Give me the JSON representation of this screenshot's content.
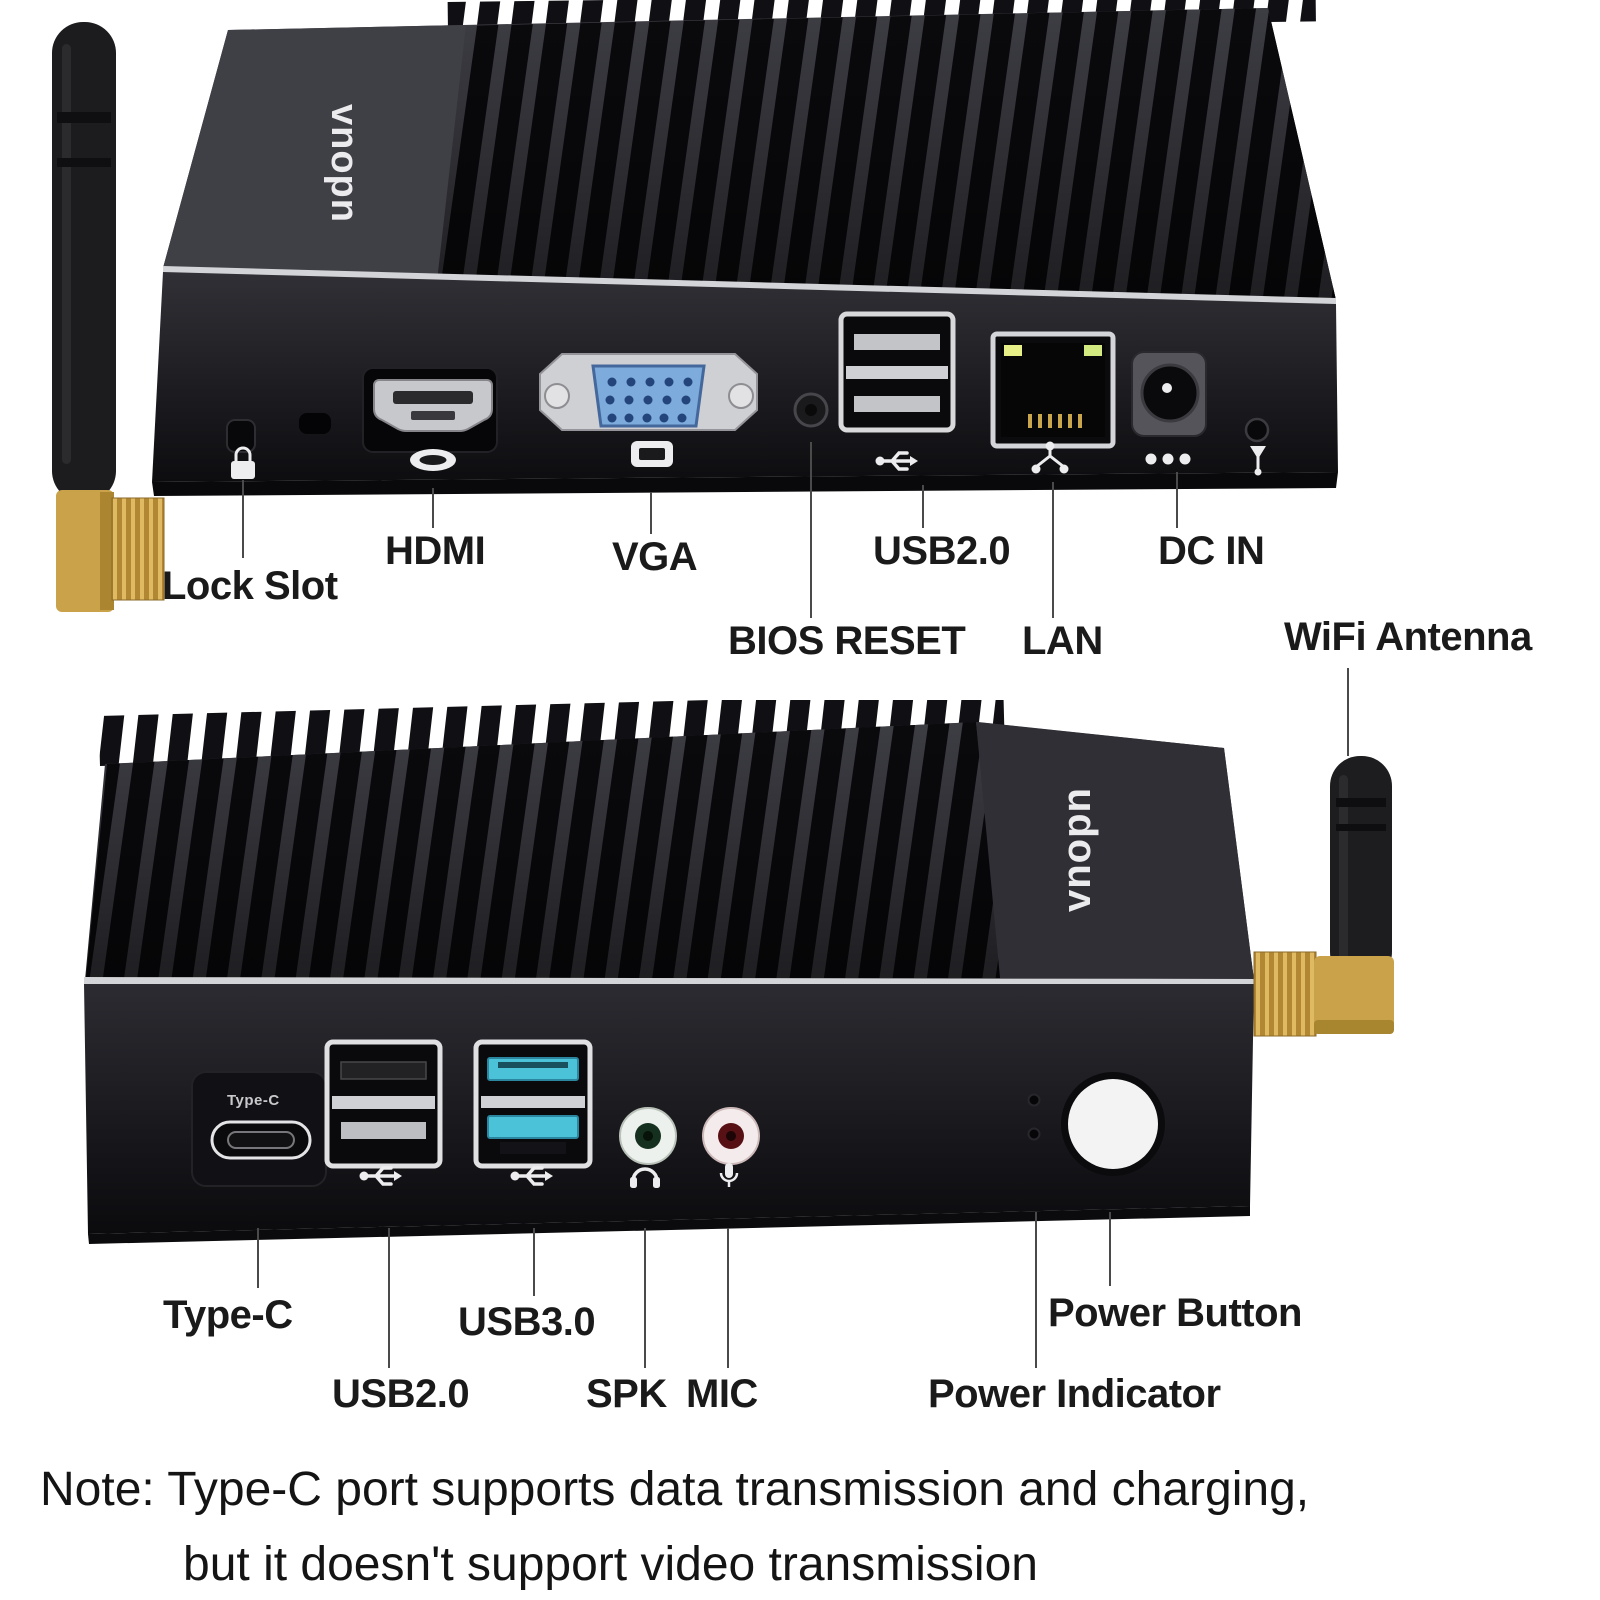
{
  "brand": {
    "logo_text": "vnopn"
  },
  "top_view": {
    "callouts": [
      {
        "id": "lock_slot",
        "label": "Lock Slot"
      },
      {
        "id": "hdmi",
        "label": "HDMI"
      },
      {
        "id": "vga",
        "label": "VGA"
      },
      {
        "id": "bios_reset",
        "label": "BIOS RESET"
      },
      {
        "id": "usb2",
        "label": "USB2.0"
      },
      {
        "id": "lan",
        "label": "LAN"
      },
      {
        "id": "dc_in",
        "label": "DC IN"
      },
      {
        "id": "wifi_antenna",
        "label": "WiFi Antenna"
      }
    ]
  },
  "bottom_view": {
    "typec_port_text": "Type-C",
    "callouts": [
      {
        "id": "type_c",
        "label": "Type-C"
      },
      {
        "id": "usb2",
        "label": "USB2.0"
      },
      {
        "id": "usb3",
        "label": "USB3.0"
      },
      {
        "id": "spk",
        "label": "SPK"
      },
      {
        "id": "mic",
        "label": "MIC"
      },
      {
        "id": "power_indicator",
        "label": "Power Indicator"
      },
      {
        "id": "power_button",
        "label": "Power Button"
      }
    ]
  },
  "note": {
    "line1": "Note: Type-C port supports data transmission and charging,",
    "line2": "but it doesn't support video transmission"
  },
  "colors": {
    "background": "#ffffff",
    "label_text": "#1a1a1a",
    "callout_line": "#4a4a4a",
    "device_body": "#1c1c20",
    "silver_edge": "#d3d4d7",
    "antenna_gold": "#c9a24a",
    "vga_blue": "#7cabdc",
    "usb3_blue": "#4cc2d8",
    "lan_led": "#e7f087",
    "spk_green": "#15301f",
    "mic_red": "#571114",
    "power_button_white": "#f3f3f4"
  }
}
